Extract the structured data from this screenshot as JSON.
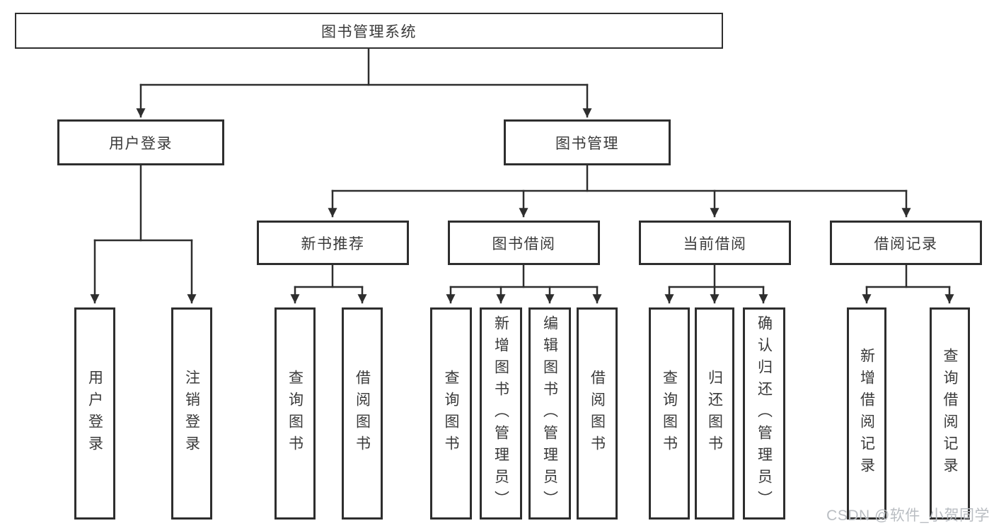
{
  "tree": {
    "label": "图书管理系统",
    "children": [
      {
        "label": "用户登录",
        "children": [
          {
            "label": "用户登录"
          },
          {
            "label": "注销登录"
          }
        ]
      },
      {
        "label": "图书管理",
        "children": [
          {
            "label": "新书推荐",
            "children": [
              {
                "label": "查询图书"
              },
              {
                "label": "借阅图书"
              }
            ]
          },
          {
            "label": "图书借阅",
            "children": [
              {
                "label": "查询图书"
              },
              {
                "label": "新增图书（管理员）"
              },
              {
                "label": "编辑图书（管理员）"
              },
              {
                "label": "借阅图书"
              }
            ]
          },
          {
            "label": "当前借阅",
            "children": [
              {
                "label": "查询图书"
              },
              {
                "label": "归还图书"
              },
              {
                "label": "确认归还（管理员）"
              }
            ]
          },
          {
            "label": "借阅记录",
            "children": [
              {
                "label": "新增借阅记录"
              },
              {
                "label": "查询借阅记录"
              }
            ]
          }
        ]
      }
    ]
  },
  "watermark": {
    "text": "CSDN @软件_小贺同学"
  },
  "colors": {
    "line": "#2e2e2e",
    "box_border": "#2e2e2e",
    "text": "#3a3a3a",
    "watermark": "#b9bdc2",
    "background": "#ffffff"
  }
}
